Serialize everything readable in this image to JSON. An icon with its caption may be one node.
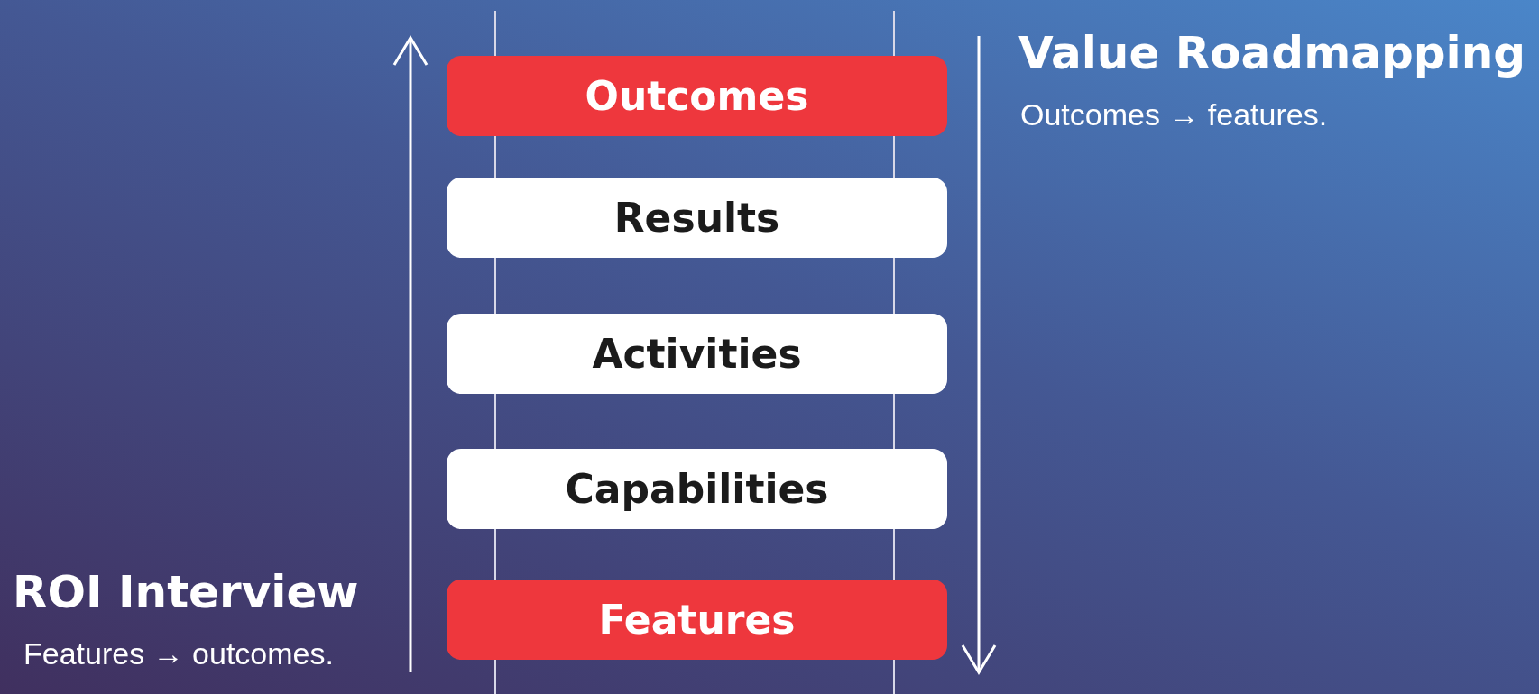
{
  "diagram": {
    "nodes": [
      {
        "text": [
          "Outcomes"
        ]
      },
      {
        "text": [
          "Results"
        ]
      },
      {
        "text": [
          "Activities"
        ]
      },
      {
        "text": [
          "Capabilities"
        ]
      },
      {
        "text": [
          "Features"
        ]
      }
    ],
    "labels": [
      "Value Roadmapping",
      "Outcomes → features.",
      "ROI Interview",
      "Features → outcomes."
    ]
  }
}
